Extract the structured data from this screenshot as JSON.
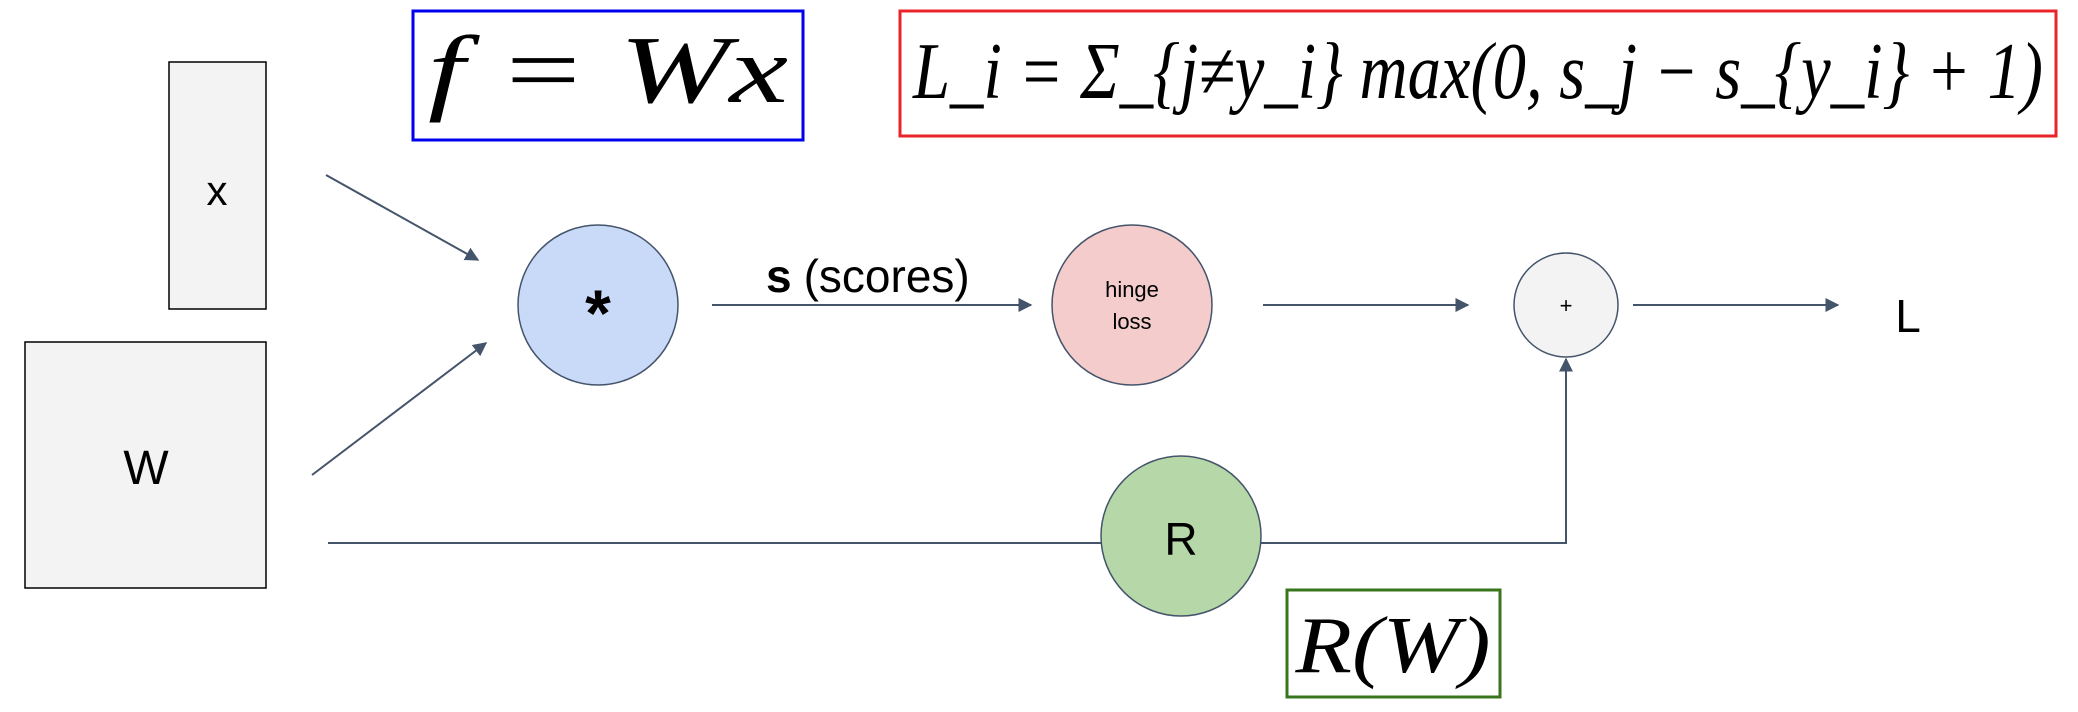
{
  "inputs": {
    "x_label": "x",
    "w_label": "W"
  },
  "nodes": {
    "multiply_label": "*",
    "hinge_line1": "hinge",
    "hinge_line2": "loss",
    "plus_label": "+",
    "reg_label": "R",
    "output_label": "L"
  },
  "edges": {
    "scores_bold": "s",
    "scores_rest": "(scores)"
  },
  "formulas": {
    "score_function": "f = Wx",
    "hinge_loss": "L_i = Σ_{j≠y_i} max(0, s_j − s_{y_i} + 1)",
    "regularization": "R(W)"
  },
  "colors": {
    "multiply_fill": "#c9daf8",
    "hinge_fill": "#f4cccc",
    "plus_fill": "#f3f3f3",
    "reg_fill": "#b6d7a8",
    "input_fill": "#f3f3f3",
    "score_box_border": "#0000ee",
    "loss_box_border": "#e8242a",
    "reg_box_border": "#38761d",
    "arrow": "#44546a"
  }
}
